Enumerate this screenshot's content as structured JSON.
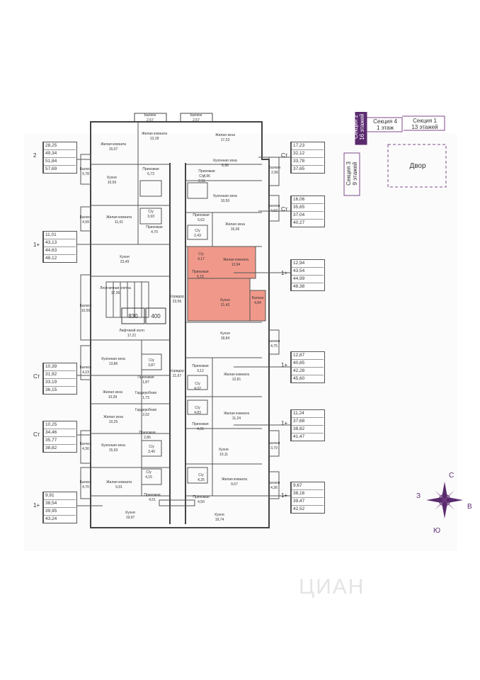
{
  "info_left": [
    {
      "type": "2",
      "values": [
        "28,25",
        "49,34",
        "51,84",
        "57,69"
      ]
    },
    {
      "type": "1+",
      "values": [
        "11,01",
        "43,13",
        "44,63",
        "48,12"
      ]
    },
    {
      "type": "Ст",
      "values": [
        "10,39",
        "31,92",
        "33,19",
        "36,15"
      ]
    },
    {
      "type": "Ст",
      "values": [
        "10,25",
        "34,46",
        "35,77",
        "38,82"
      ]
    },
    {
      "type": "1+",
      "values": [
        "9,91",
        "38,54",
        "39,95",
        "43,24"
      ]
    }
  ],
  "info_right": [
    {
      "type": "Ст",
      "values": [
        "17,23",
        "32,12",
        "33,78",
        "37,65"
      ]
    },
    {
      "type": "Ст",
      "values": [
        "16,06",
        "35,65",
        "37,04",
        "40,27"
      ]
    },
    {
      "type": "1+",
      "values": [
        "12,94",
        "43,54",
        "44,99",
        "48,38"
      ]
    },
    {
      "type": "1+",
      "values": [
        "12,87",
        "40,85",
        "42,28",
        "45,60"
      ]
    },
    {
      "type": "1+",
      "values": [
        "11,24",
        "37,68",
        "38,82",
        "41,47"
      ]
    },
    {
      "type": "1+",
      "values": [
        "9,67",
        "38,16",
        "39,47",
        "42,52"
      ]
    }
  ],
  "rooms": {
    "balk_top1": [
      "Балкон",
      "2,57"
    ],
    "balk_top2": [
      "Балкон",
      "2,57"
    ],
    "r_a": [
      "Жилая комната",
      "15,07"
    ],
    "r_b": [
      "Жилая комната",
      "13,18"
    ],
    "r_c": [
      "Жилая зона",
      "17,23"
    ],
    "r_d": [
      "Кухня",
      "10,65"
    ],
    "r_e": [
      "Прихожая",
      "6,73"
    ],
    "r_f": [
      "С/у",
      "2,91"
    ],
    "r_g": [
      "Прихожая",
      "4,96"
    ],
    "r_h": [
      "Кухонная зона",
      "6,96"
    ],
    "r_i": [
      "Балкон",
      "2,96"
    ],
    "r_j": [
      "Балкон",
      "5,78"
    ],
    "r_k": [
      "Кухонная зона",
      "10,50"
    ],
    "r_l": [
      "Балкон",
      "4,62"
    ],
    "r_m": [
      "Балкон",
      "4,99"
    ],
    "r_n": [
      "Жилая комната",
      "11,01"
    ],
    "r_o": [
      "С/у",
      "3,93"
    ],
    "r_p": [
      "Прихожая",
      "5,62"
    ],
    "r_q": [
      "Жилая зона",
      "16,06"
    ],
    "r_r": [
      "С/у",
      "2,43"
    ],
    "r_s": [
      "Прихожая",
      "4,70"
    ],
    "r_t": [
      "С/у",
      "4,17"
    ],
    "r_u": [
      "Жилая комната",
      "12,94"
    ],
    "r_v": [
      "Кухня",
      "23,49"
    ],
    "r_w": [
      "Прихожая",
      "5,15"
    ],
    "r_x": [
      "Кухня",
      "21,43"
    ],
    "r_y": [
      "Балкон",
      "4,84"
    ],
    "r_z": [
      "Лестничная клетка",
      "17,36"
    ],
    "r_aa": [
      "Коридор",
      "23,56"
    ],
    "r_ab": [
      "Балкон",
      "10,56"
    ],
    "r_ac": [
      "Лифтовой холл",
      "17,21"
    ],
    "r_ad": [
      "Кухня",
      "18,84"
    ],
    "r_ae": [
      "Балкон",
      "4,75"
    ],
    "r_af": [
      "Кухонная зона",
      "13,86"
    ],
    "r_ag": [
      "С/у",
      "3,87"
    ],
    "r_ah": [
      "Прихожая",
      "3,12"
    ],
    "r_ai": [
      "Балкон",
      "4,23"
    ],
    "r_aj": [
      "Коридор",
      "21,67"
    ],
    "r_ak": [
      "Жилая комната",
      "12,81"
    ],
    "r_al": [
      "Прихожая",
      "1,87"
    ],
    "r_am": [
      "С/у",
      "4,02"
    ],
    "r_an": [
      "Жилая зона",
      "10,39"
    ],
    "r_ao": [
      "Гардеробная",
      "1,73"
    ],
    "r_ap": [
      "Гардеробная",
      "2,02"
    ],
    "r_aq": [
      "С/у",
      "4,83"
    ],
    "r_ar": [
      "Жилая комната",
      "11,24"
    ],
    "r_as": [
      "Жилая зона",
      "10,25"
    ],
    "r_at": [
      "Прихожая",
      "4,31"
    ],
    "r_au": [
      "Прихожая",
      "2,86"
    ],
    "r_av": [
      "Балкон",
      "4,36"
    ],
    "r_aw": [
      "Кухонная зона",
      "15,93"
    ],
    "r_ax": [
      "С/у",
      "3,40"
    ],
    "r_ay": [
      "Балкон",
      "3,79"
    ],
    "r_az": [
      "Кухня",
      "10,11"
    ],
    "r_ba": [
      "С/у",
      "4,15"
    ],
    "r_bb": [
      "С/у",
      "4,25"
    ],
    "r_bc": [
      "Балкон",
      "4,70"
    ],
    "r_bd": [
      "Жилая комната",
      "9,91"
    ],
    "r_be": [
      "Жилая комната",
      "9,67"
    ],
    "r_bf": [
      "Балкон",
      "4,36"
    ],
    "r_bg": [
      "Прихожая",
      "4,51"
    ],
    "r_bh": [
      "Прихожая",
      "4,50"
    ],
    "r_bi": [
      "Кухня",
      "19,97"
    ],
    "r_bj": [
      "Кухня",
      "19,74"
    ]
  },
  "lifts": {
    "a": "830",
    "b": "400"
  },
  "keyplan": {
    "section2": [
      "Секция 2",
      "16 этажей"
    ],
    "section4": [
      "Секция 4",
      "1 этаж"
    ],
    "section1": [
      "Секция 1",
      "13 этажей"
    ],
    "section3": [
      "Секция 3",
      "9 этажей"
    ],
    "yard": "Двор"
  },
  "compass": {
    "n": "С",
    "s": "Ю",
    "e": "В",
    "w": "З"
  },
  "watermark": "ЦИАН",
  "colors": {
    "highlight": "#f0998a",
    "section_active": "#5a2a6e",
    "keyplan_line": "#7c4a8a"
  }
}
